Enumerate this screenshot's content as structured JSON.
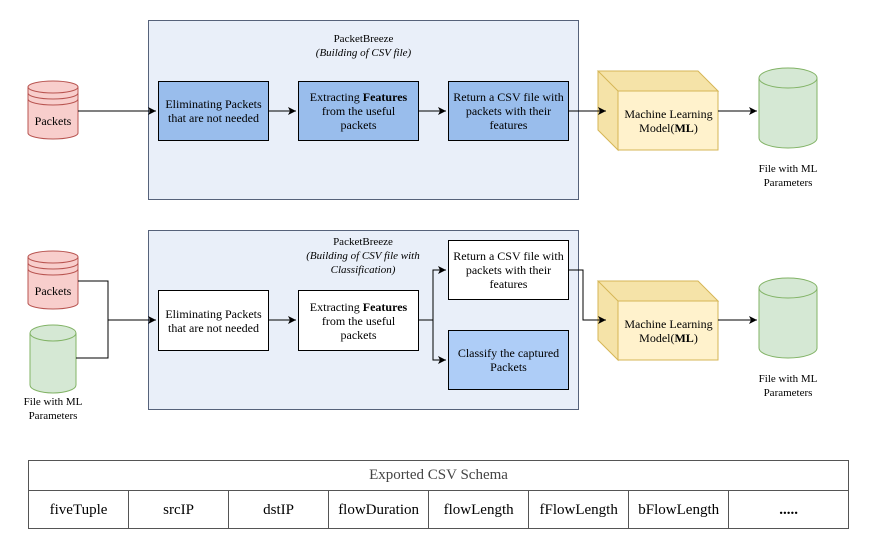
{
  "top": {
    "source": "Packets",
    "panel_title": "PacketBreeze",
    "panel_subtitle": "(Building of CSV file)",
    "step1": "Eliminating Packets that are not needed",
    "step2_pre": "Extracting ",
    "step2_bold": "Features",
    "step2_post": " from the useful packets",
    "step3": "Return a CSV file with packets with their features",
    "ml_pre": "Machine Learning Model(",
    "ml_bold": "ML",
    "ml_post": ")",
    "output": "File with ML Parameters"
  },
  "bottom": {
    "source1": "Packets",
    "source2": "File with ML Parameters",
    "panel_title": "PacketBreeze",
    "panel_subtitle": "(Building of CSV file with Classification)",
    "step1": "Eliminating Packets that are not needed",
    "step2_pre": "Extracting ",
    "step2_bold": "Features",
    "step2_post": " from the useful packets",
    "step3": "Return a CSV file with packets with their features",
    "step4": "Classify the captured Packets",
    "ml_pre": "Machine Learning Model(",
    "ml_bold": "ML",
    "ml_post": ")",
    "output": "File with ML Parameters"
  },
  "schema": {
    "title": "Exported CSV Schema",
    "columns": [
      "fiveTuple",
      "srcIP",
      "dstIP",
      "flowDuration",
      "flowLength",
      "fFlowLength",
      "bFlowLength",
      "....."
    ]
  },
  "colors": {
    "red_fill": "#f8cecc",
    "red_stroke": "#b85450",
    "green_fill": "#d5e8d4",
    "green_stroke": "#82b366",
    "ml_fill": "#fff2cc",
    "ml_side": "#f5e3a8",
    "ml_stroke": "#d6b656",
    "panel_fill": "#e9eff9",
    "step_blue": "#99bdec",
    "step_lightblue": "#aecdf7"
  }
}
